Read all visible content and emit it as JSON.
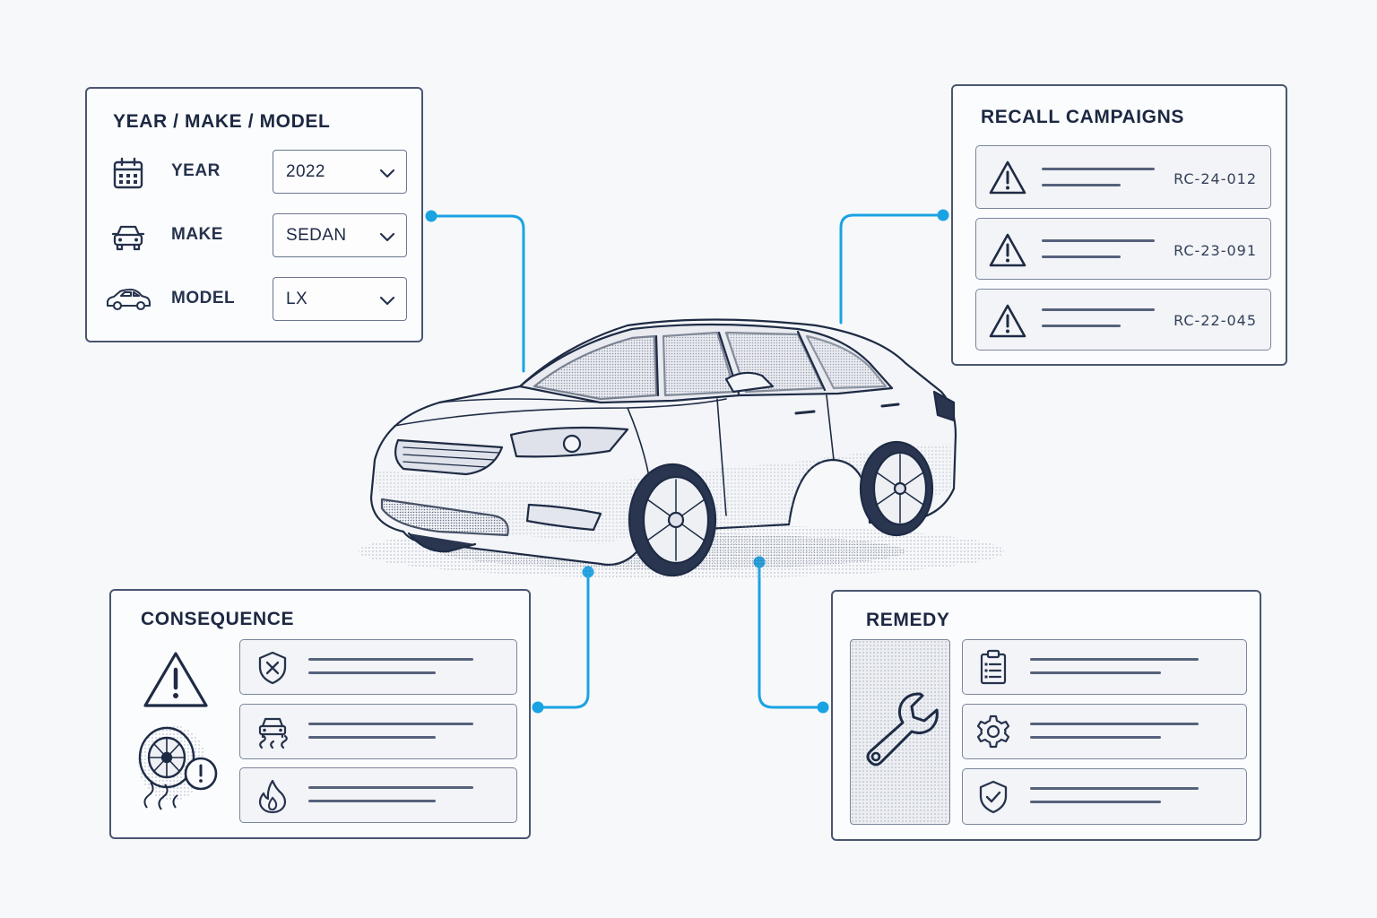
{
  "colors": {
    "accent": "#1aa3e3",
    "ink": "#1e2b45",
    "panel_border": "#4a5670"
  },
  "ymm": {
    "title": "YEAR / MAKE / MODEL",
    "fields": [
      {
        "label": "YEAR",
        "value": "2022",
        "icon": "calendar-icon"
      },
      {
        "label": "MAKE",
        "value": "SEDAN",
        "icon": "car-front-icon"
      },
      {
        "label": "MODEL",
        "value": "LX",
        "icon": "car-side-icon"
      }
    ]
  },
  "recall": {
    "title": "RECALL CAMPAIGNS",
    "items": [
      {
        "code": "RC-24-012",
        "icon": "warning-icon"
      },
      {
        "code": "RC-23-091",
        "icon": "warning-icon"
      },
      {
        "code": "RC-22-045",
        "icon": "warning-icon"
      }
    ]
  },
  "consequence": {
    "title": "CONSEQUENCE",
    "items": [
      {
        "icon": "shield-x-icon"
      },
      {
        "icon": "car-skid-icon"
      },
      {
        "icon": "fire-icon"
      }
    ]
  },
  "remedy": {
    "title": "REMEDY",
    "items": [
      {
        "icon": "clipboard-icon"
      },
      {
        "icon": "gear-icon"
      },
      {
        "icon": "shield-check-icon"
      }
    ]
  }
}
